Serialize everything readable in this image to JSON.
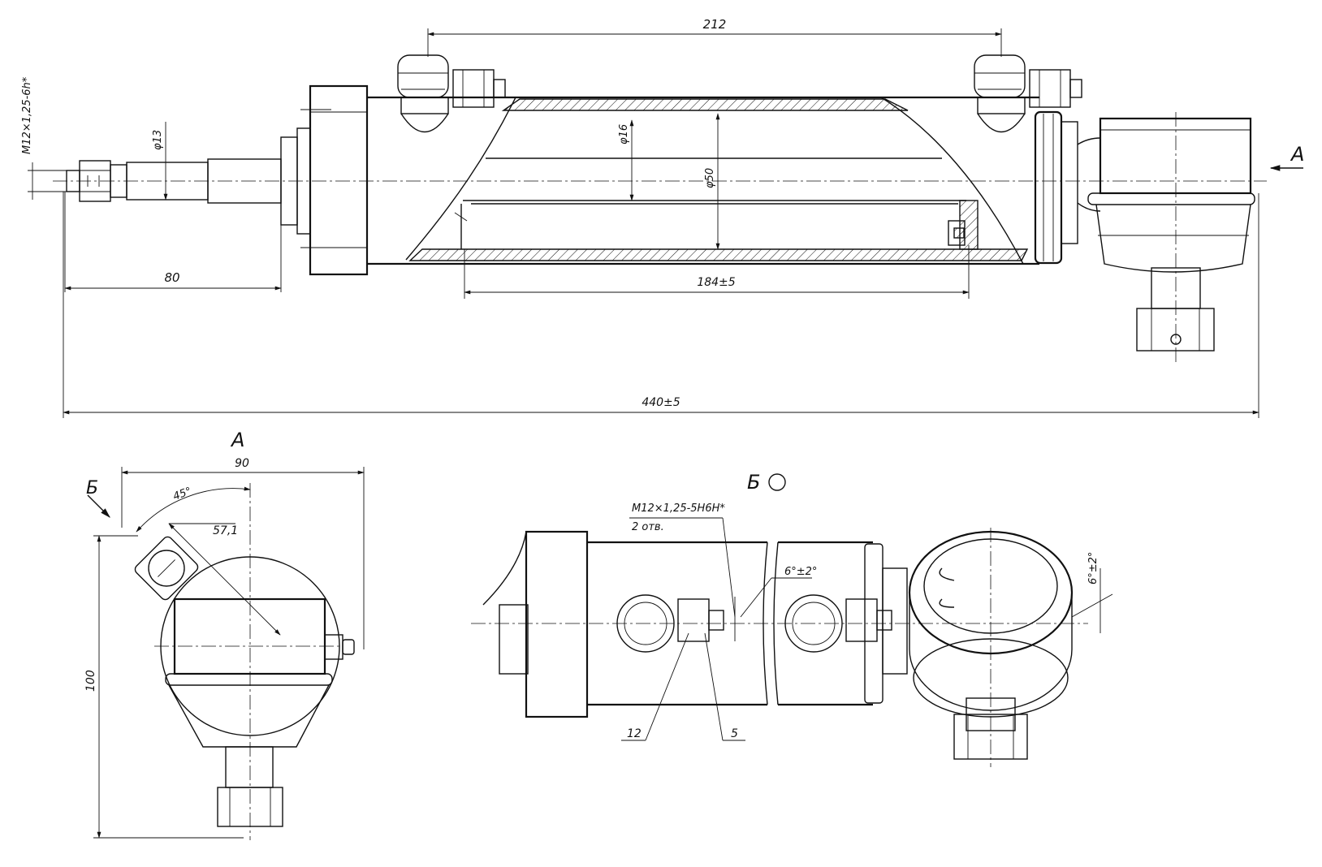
{
  "labels": {
    "dim_212": "212",
    "thread_top": "M12×1,25-6h*",
    "dia_13": "φ13",
    "dia_16": "φ16",
    "dia_50": "φ50",
    "dim_80": "80",
    "dim_184": "184±5",
    "dim_440": "440±5",
    "view_a_arrow": "А",
    "view_a_title": "А",
    "view_b_arrow": "Б",
    "view_b_title": "Б",
    "dim_90": "90",
    "dim_45": "45°",
    "dim_57": "57,1",
    "dim_100": "100",
    "thread_bottom": "M12×1,25-5Н6Н*",
    "holes": "2 отв.",
    "angle_6_a": "6°±2°",
    "angle_6_b": "6°±2°",
    "callout_12": "12",
    "callout_5": "5"
  }
}
